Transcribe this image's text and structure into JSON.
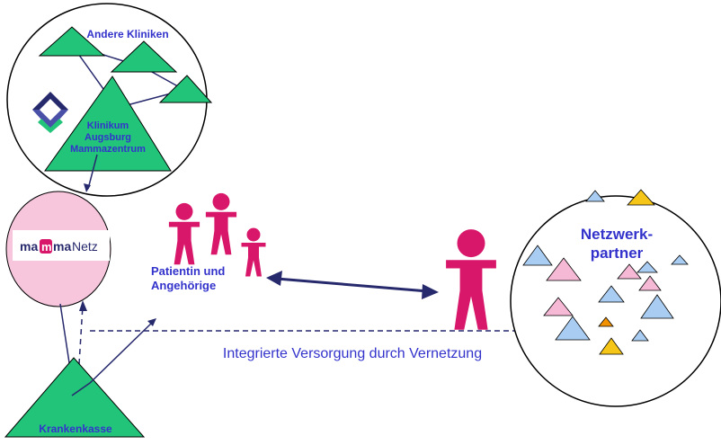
{
  "labels": {
    "andere_kliniken": "Andere Kliniken",
    "klinikum": [
      "Klinikum",
      "Augsburg",
      "Mammazentrum"
    ],
    "logo_text": "mammaNetz",
    "patientin": [
      "Patientin und",
      "Angehörige"
    ],
    "netzwerk": [
      "Netzwerk-",
      "partner"
    ],
    "krankenkasse": "Krankenkasse",
    "caption": "Integrierte Versorgung durch Vernetzung"
  },
  "colors": {
    "green": "#22c47a",
    "navy": "#27296d",
    "text_blue": "#3333cc",
    "person": "#d8166a",
    "pink_circle": "#f7c6dc",
    "tri_blue": "#a9cdf2",
    "tri_pink": "#f5b8d5",
    "tri_yellow": "#f5c518",
    "tri_orange": "#f39200"
  },
  "icons": [
    "clinic-logo-icon",
    "person-icon"
  ]
}
